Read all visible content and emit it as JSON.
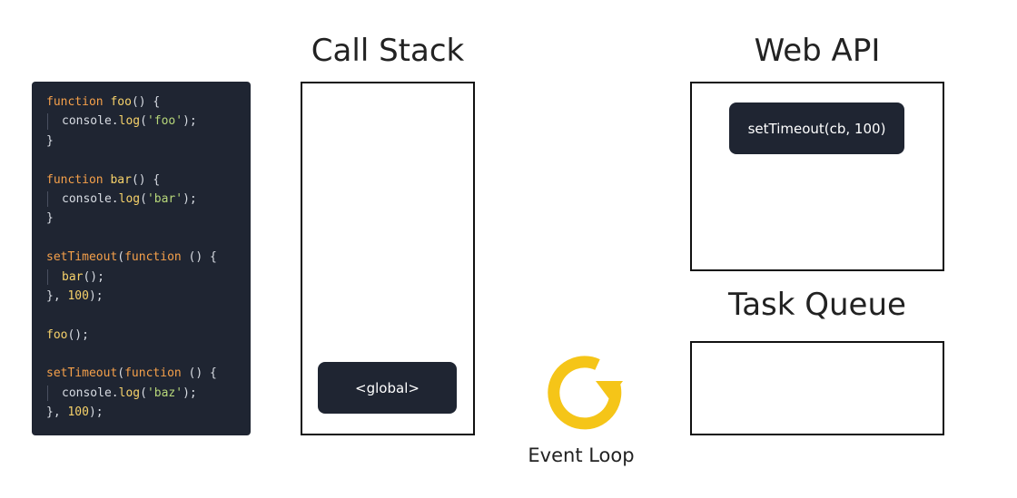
{
  "code_lines": [
    {
      "indent": false,
      "tokens": [
        {
          "t": "function ",
          "c": "kw"
        },
        {
          "t": "foo",
          "c": "fn"
        },
        {
          "t": "() {",
          "c": "tk"
        }
      ]
    },
    {
      "indent": true,
      "tokens": [
        {
          "t": "console.",
          "c": "tk"
        },
        {
          "t": "log",
          "c": "fn"
        },
        {
          "t": "(",
          "c": "tk"
        },
        {
          "t": "'foo'",
          "c": "st"
        },
        {
          "t": ");",
          "c": "tk"
        }
      ]
    },
    {
      "indent": false,
      "tokens": [
        {
          "t": "}",
          "c": "tk"
        }
      ]
    },
    {
      "indent": false,
      "tokens": []
    },
    {
      "indent": false,
      "tokens": [
        {
          "t": "function ",
          "c": "kw"
        },
        {
          "t": "bar",
          "c": "fn"
        },
        {
          "t": "() {",
          "c": "tk"
        }
      ]
    },
    {
      "indent": true,
      "tokens": [
        {
          "t": "console.",
          "c": "tk"
        },
        {
          "t": "log",
          "c": "fn"
        },
        {
          "t": "(",
          "c": "tk"
        },
        {
          "t": "'bar'",
          "c": "st"
        },
        {
          "t": ");",
          "c": "tk"
        }
      ]
    },
    {
      "indent": false,
      "tokens": [
        {
          "t": "}",
          "c": "tk"
        }
      ]
    },
    {
      "indent": false,
      "tokens": []
    },
    {
      "indent": false,
      "tokens": [
        {
          "t": "setTimeout",
          "c": "kw"
        },
        {
          "t": "(",
          "c": "tk"
        },
        {
          "t": "function",
          "c": "kw"
        },
        {
          "t": " () {",
          "c": "tk"
        }
      ]
    },
    {
      "indent": true,
      "tokens": [
        {
          "t": "bar",
          "c": "fn"
        },
        {
          "t": "();",
          "c": "tk"
        }
      ]
    },
    {
      "indent": false,
      "tokens": [
        {
          "t": "}, ",
          "c": "tk"
        },
        {
          "t": "100",
          "c": "nm"
        },
        {
          "t": ");",
          "c": "tk"
        }
      ]
    },
    {
      "indent": false,
      "tokens": []
    },
    {
      "indent": false,
      "tokens": [
        {
          "t": "foo",
          "c": "fn"
        },
        {
          "t": "();",
          "c": "tk"
        }
      ]
    },
    {
      "indent": false,
      "tokens": []
    },
    {
      "indent": false,
      "tokens": [
        {
          "t": "setTimeout",
          "c": "kw"
        },
        {
          "t": "(",
          "c": "tk"
        },
        {
          "t": "function",
          "c": "kw"
        },
        {
          "t": " () {",
          "c": "tk"
        }
      ]
    },
    {
      "indent": true,
      "tokens": [
        {
          "t": "console.",
          "c": "tk"
        },
        {
          "t": "log",
          "c": "fn"
        },
        {
          "t": "(",
          "c": "tk"
        },
        {
          "t": "'baz'",
          "c": "st"
        },
        {
          "t": ");",
          "c": "tk"
        }
      ]
    },
    {
      "indent": false,
      "tokens": [
        {
          "t": "}, ",
          "c": "tk"
        },
        {
          "t": "100",
          "c": "nm"
        },
        {
          "t": ");",
          "c": "tk"
        }
      ]
    }
  ],
  "call_stack": {
    "title": "Call Stack",
    "items": [
      "<global>"
    ]
  },
  "web_api": {
    "title": "Web API",
    "items": [
      "setTimeout(cb, 100)"
    ]
  },
  "task_queue": {
    "title": "Task Queue",
    "items": []
  },
  "event_loop": {
    "label": "Event Loop",
    "icon": "circular-arrow-icon",
    "color": "#f5c518"
  },
  "colors": {
    "panel_bg": "#1f2532",
    "keyword": "#f5a04a",
    "function": "#f7d26a",
    "string": "#b7d77a"
  }
}
